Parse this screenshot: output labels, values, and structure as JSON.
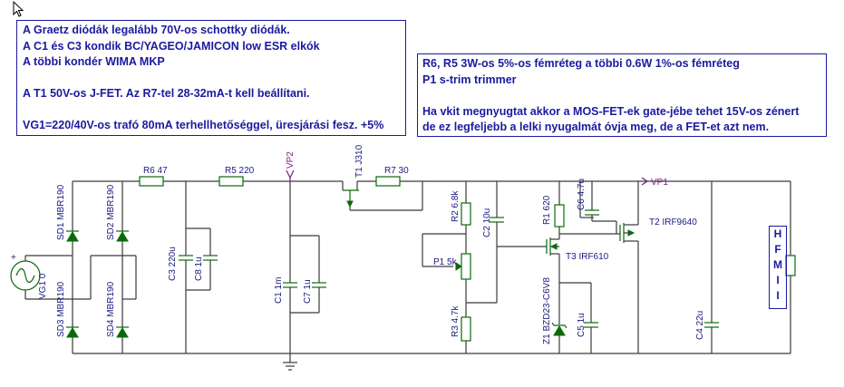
{
  "notes": {
    "left": [
      "A Graetz diódák legalább 70V-os schottky diódák.",
      "A C1 és C3 kondik BC/YAGEO/JAMICON low ESR elkók",
      "A többi kondér WIMA MKP",
      "",
      "A T1 50V-os J-FET. Az R7-tel 28-32mA-t kell beállítani.",
      "",
      "VG1=220/40V-os trafó 80mA terhellhetőséggel, üresjárási fesz. +5%"
    ],
    "right": [
      "R6, R5 3W-os 5%-os fémréteg a többi 0.6W 1%-os fémréteg",
      "P1 s-trim trimmer",
      "",
      "Ha vkit megnyugtat akkor a MOS-FET-ek gate-jébe tehet 15V-os zénert",
      "de ez legfeljebb a lelki nyugalmát óvja meg, de a FET-et azt nem."
    ]
  },
  "labels": {
    "r6": "R6 47",
    "r5": "R5 220",
    "vp2": "VP2",
    "t1": "T1 J310",
    "r7": "R7 30",
    "vp1": "VP1",
    "sd1": "SD1 MBR190",
    "sd2": "SD2 MBR190",
    "sd3": "SD3 MBR190",
    "sd4": "SD4 MBR190",
    "vg1": "VG1 0",
    "c3": "C3 220u",
    "c8": "C8 1u",
    "c1": "C1 1m",
    "c7": "C7 1u",
    "r2": "R2 6.8k",
    "p1": "P1 5k",
    "r3": "R3 4.7k",
    "c2": "C2 10u",
    "r1": "R1 620",
    "t3": "T3 IRF610",
    "z1": "Z1 BZD23-C6V8",
    "c5": "C5 1u",
    "c6": "C6 4.7u",
    "t2": "T2 IRF9640",
    "c4": "C4 22u"
  },
  "hfmi": [
    "H",
    "F",
    "M",
    "I",
    "I"
  ]
}
